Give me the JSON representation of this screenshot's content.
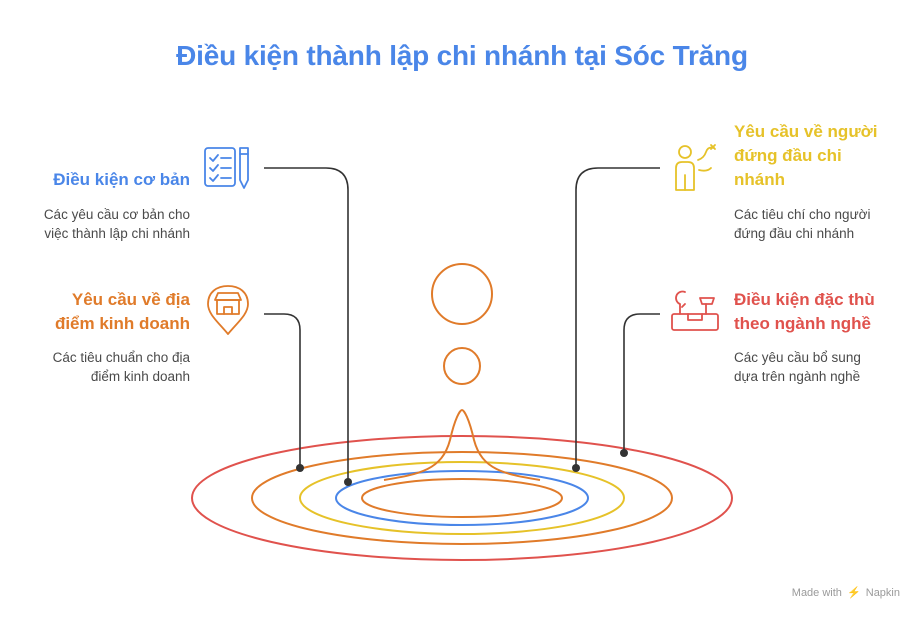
{
  "title": "Điều kiện thành lập chi nhánh tại Sóc Trăng",
  "items": {
    "basic": {
      "heading": "Điều kiện cơ bản",
      "desc": [
        "Các yêu cầu cơ bản cho",
        "việc thành lập chi nhánh"
      ],
      "color": "#4a86e8",
      "icon": "checklist-pen-icon"
    },
    "location": {
      "heading": [
        "Yêu cầu về địa",
        "điểm kinh doanh"
      ],
      "desc": [
        "Các tiêu chuẩn cho địa",
        "điểm kinh doanh"
      ],
      "color": "#e07b2a",
      "icon": "store-location-icon"
    },
    "head": {
      "heading": [
        "Yêu cầu về người",
        "đứng đầu chi",
        "nhánh"
      ],
      "desc": [
        "Các tiêu chí cho người",
        "đứng đầu chi nhánh"
      ],
      "color": "#e6c229",
      "icon": "person-goal-icon"
    },
    "industry": {
      "heading": [
        "Điều kiện đặc thù",
        "theo ngành nghề"
      ],
      "desc": [
        "Các yêu cầu bổ sung",
        "dựa trên ngành nghề"
      ],
      "color": "#e0524d",
      "icon": "toolbox-icon"
    }
  },
  "footer": {
    "made_with": "Made with",
    "brand": "Napkin"
  }
}
